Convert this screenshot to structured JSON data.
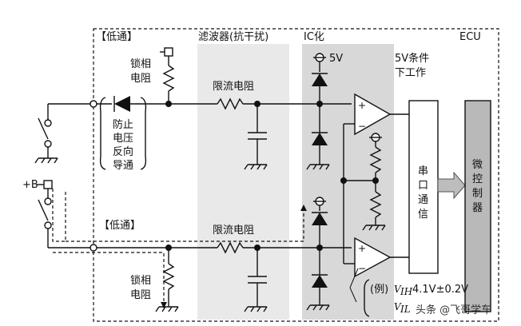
{
  "labels": {
    "low_pass_top": "【低通】",
    "filter_header": "滤波器(抗干扰)",
    "ic_header": "IC化",
    "ecu_header": "ECU",
    "v5": "5V",
    "cond_line1": "5V条件",
    "cond_line2": "下工作",
    "lock_res_top_1": "锁相",
    "lock_res_top_2": "电阻",
    "limit_res_top": "限流电阻",
    "reverse_guard": [
      "防止",
      "电压",
      "反向",
      "导通"
    ],
    "plus_b": "+B",
    "serial_comm": [
      "串",
      "口",
      "通",
      "信"
    ],
    "mcu": [
      "微",
      "控",
      "制",
      "器"
    ],
    "low_pass_bottom": "【低通】",
    "limit_res_bottom": "限流电阻",
    "lock_res_bot_1": "锁相",
    "lock_res_bot_2": "电阻",
    "example_prefix": "(例)",
    "vih_label": "V",
    "vih_sub": "IH",
    "vih_value": "4.1V±0.2V",
    "vil_label": "V",
    "vil_sub": "IL",
    "watermark": "头条 @飞哥学车"
  },
  "colors": {
    "filter_band": "#e9e9e9",
    "ic_band": "#d8d8d8",
    "serial_box": "#ffffff",
    "mcu_box": "#b9b9b9",
    "arrow_fill": "#bdbdbd",
    "line": "#111111"
  }
}
